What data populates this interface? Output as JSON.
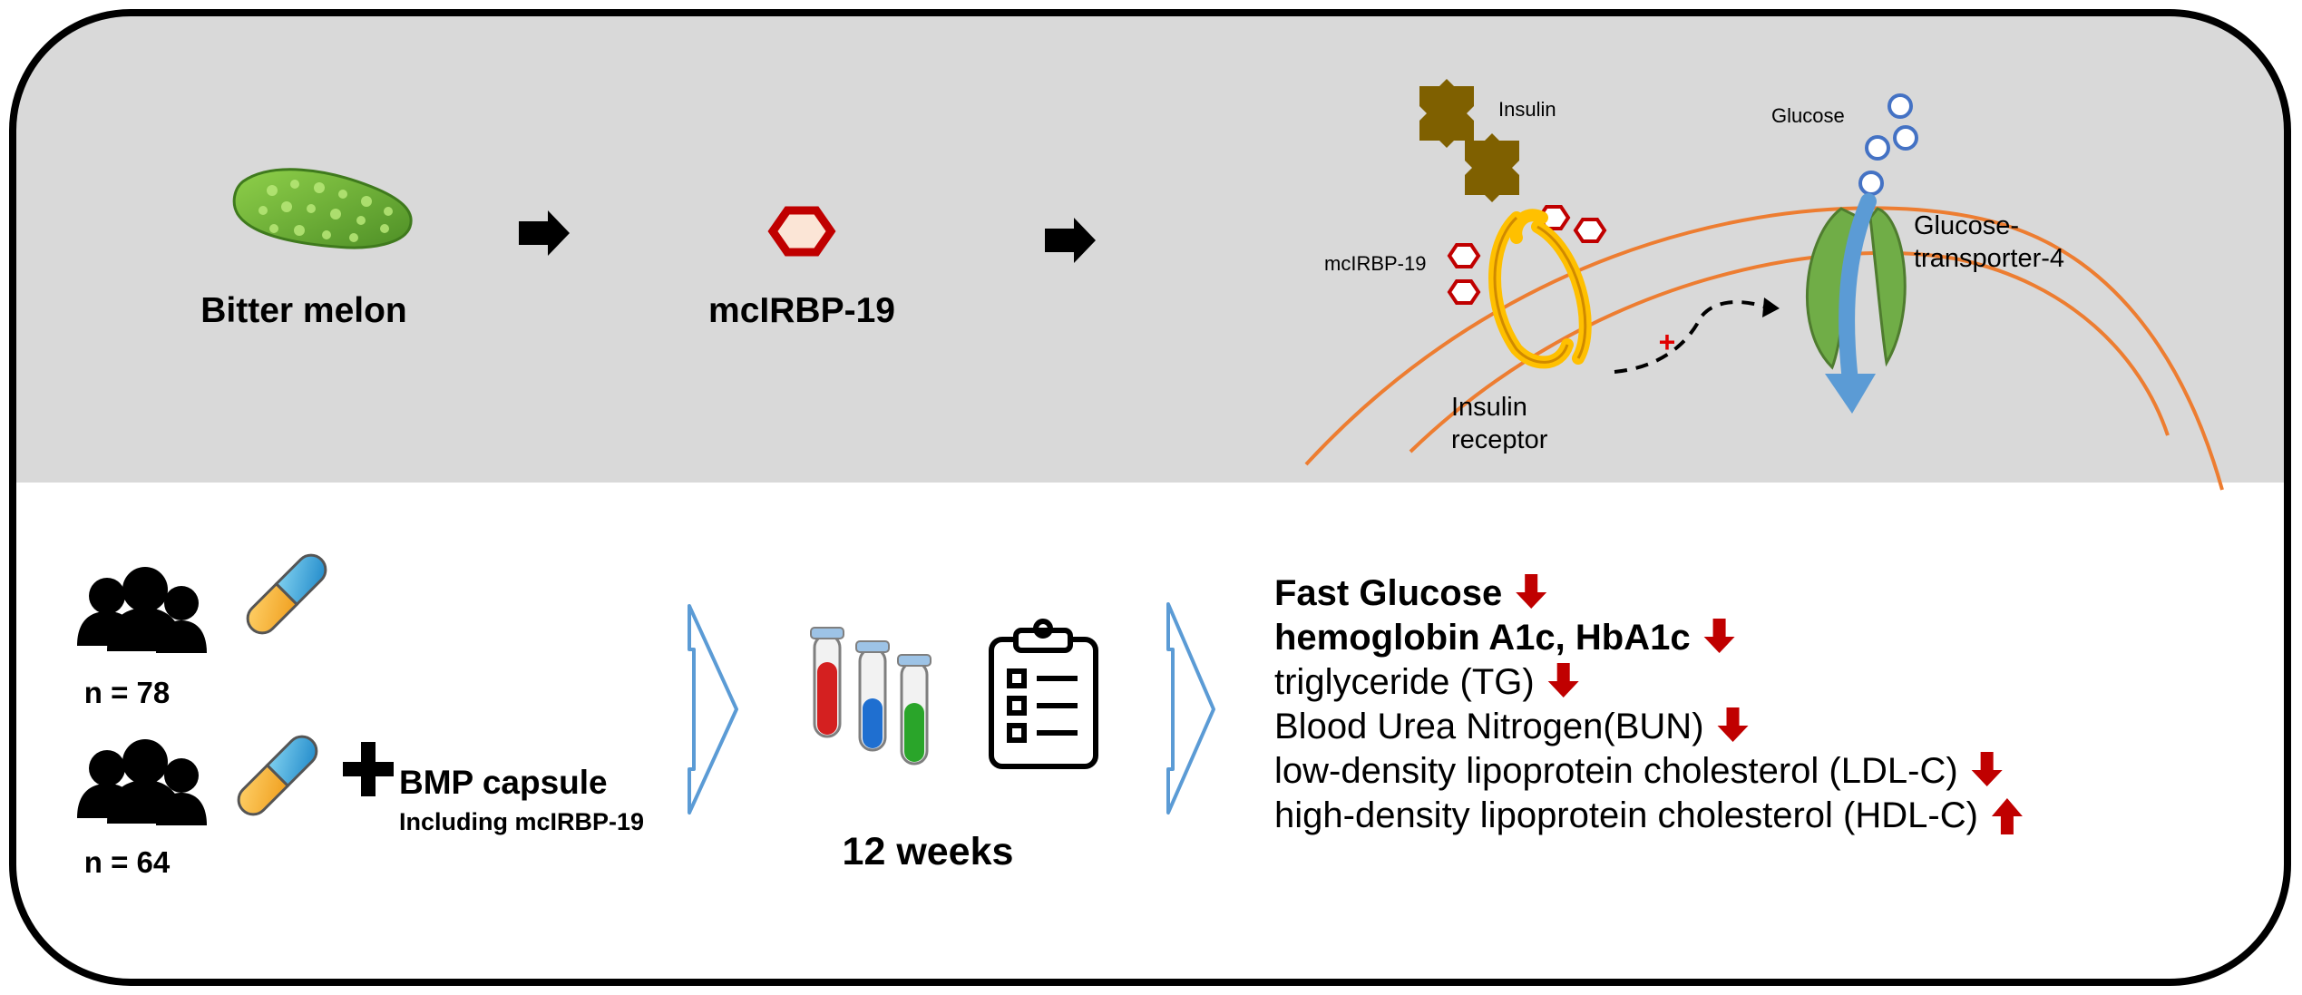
{
  "top": {
    "bitter_melon_label": "Bitter melon",
    "compound_label": "mcIRBP-19",
    "insulin_label": "Insulin",
    "glucose_label": "Glucose",
    "mcirbp_small_label": "mcIRBP-19",
    "glut4_line1": "Glucose-",
    "glut4_line2": "transporter-4",
    "plus_sign": "+",
    "receptor_line1": "Insulin",
    "receptor_line2": "receptor"
  },
  "bottom": {
    "group1_n": "n = 78",
    "group2_n": "n = 64",
    "capsule_label": "BMP capsule",
    "capsule_sublabel": "Including mcIRBP-19",
    "duration": "12 weeks",
    "outcomes": [
      {
        "text": "Fast Glucose",
        "direction": "down",
        "bold": true
      },
      {
        "text": "hemoglobin A1c, HbA1c",
        "direction": "down",
        "bold": true
      },
      {
        "text": "triglyceride (TG)",
        "direction": "down",
        "bold": false
      },
      {
        "text": "Blood Urea Nitrogen(BUN)",
        "direction": "down",
        "bold": false
      },
      {
        "text": "low-density lipoprotein cholesterol (LDL-C)",
        "direction": "down",
        "bold": false
      },
      {
        "text": "high-density lipoprotein cholesterol (HDL-C)",
        "direction": "up",
        "bold": false
      }
    ]
  },
  "colors": {
    "panel_top": "#d9d9d9",
    "border": "#000000",
    "arrow_red": "#c00000",
    "membrane": "#ed7d31",
    "receptor": "#ffc000",
    "glut4": "#70ad47",
    "glucose_flow": "#5b9bd5",
    "insulin": "#7f6000",
    "hexagon": "#c00000",
    "glucose_circle": "#4472c4",
    "hollow_arrow": "#5b9bd5",
    "melon": "#6fb83a"
  }
}
